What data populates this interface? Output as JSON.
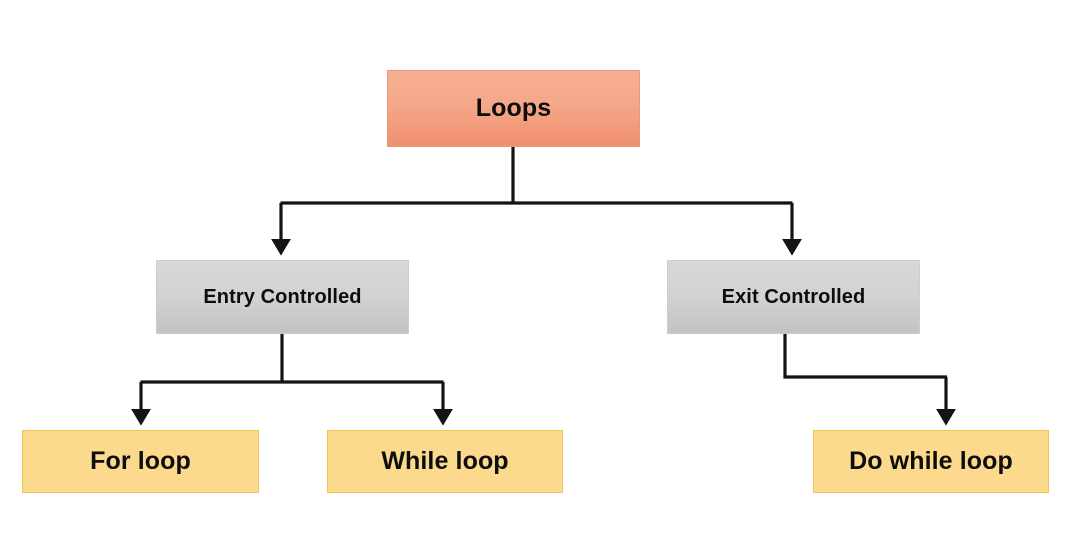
{
  "diagram": {
    "title": "Loops",
    "type": "hierarchy-tree",
    "background_color": "#ffffff",
    "nodes": {
      "root": {
        "label": "Loops",
        "level": 0,
        "fill_color": "#f5a78a",
        "border_color": "#e59a7c",
        "text_color": "#0d0d0d"
      },
      "entry_controlled": {
        "label": "Entry Controlled",
        "level": 1,
        "fill_color": "#d2d2d2",
        "border_color": "#cdcdcd",
        "text_color": "#0d0d0d"
      },
      "exit_controlled": {
        "label": "Exit Controlled",
        "level": 1,
        "fill_color": "#d2d2d2",
        "border_color": "#cdcdcd",
        "text_color": "#0d0d0d"
      },
      "for_loop": {
        "label": "For loop",
        "level": 2,
        "fill_color": "#fcda8d",
        "border_color": "#f0c558",
        "text_color": "#0d0d0d"
      },
      "while_loop": {
        "label": "While loop",
        "level": 2,
        "fill_color": "#fcda8d",
        "border_color": "#f0c558",
        "text_color": "#0d0d0d"
      },
      "do_while_loop": {
        "label": "Do while loop",
        "level": 2,
        "fill_color": "#fcda8d",
        "border_color": "#f0c558",
        "text_color": "#0d0d0d"
      }
    },
    "edges": [
      {
        "from": "root",
        "to": "entry_controlled",
        "style": "elbow-arrow"
      },
      {
        "from": "root",
        "to": "exit_controlled",
        "style": "elbow-arrow"
      },
      {
        "from": "entry_controlled",
        "to": "for_loop",
        "style": "elbow-arrow"
      },
      {
        "from": "entry_controlled",
        "to": "while_loop",
        "style": "elbow-arrow"
      },
      {
        "from": "exit_controlled",
        "to": "do_while_loop",
        "style": "elbow-arrow"
      }
    ],
    "connector_color": "#141414"
  }
}
